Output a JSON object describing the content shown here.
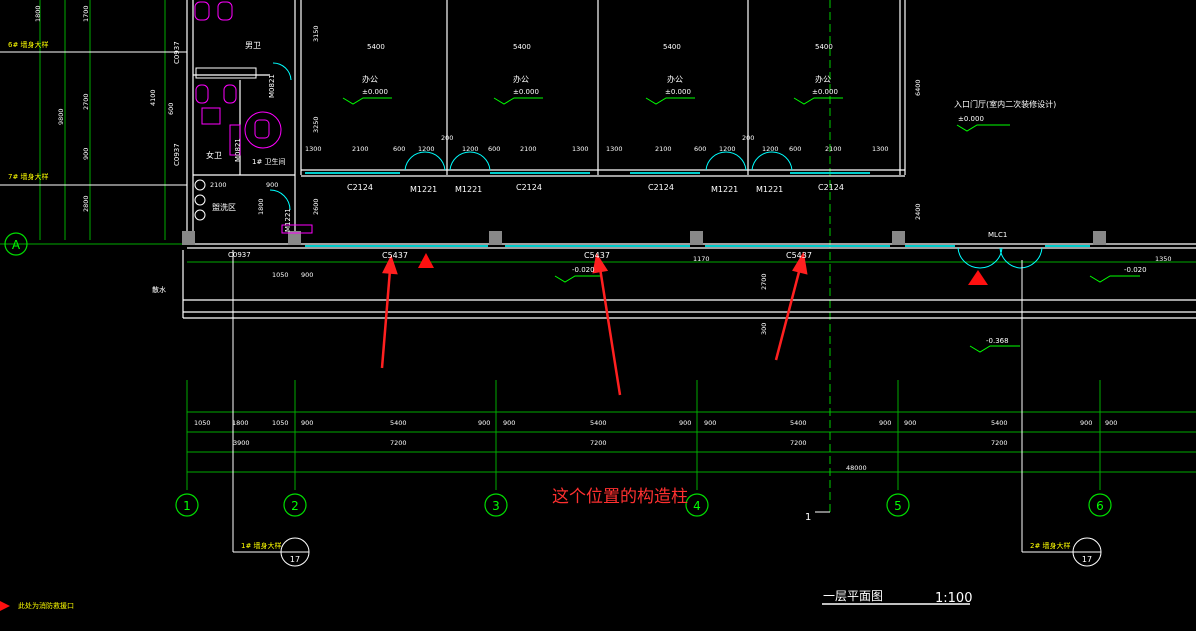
{
  "colors": {
    "background": "#000000",
    "wall": "#ffffff",
    "dimension": "#00cc00",
    "axis": "#00cc00",
    "door": "#00ffff",
    "fixture": "#ff00ff",
    "note": "#ffff00",
    "arrow": "#ff2020",
    "column": "#808080"
  },
  "annotation": "这个位置的构造柱",
  "axes_numbers": [
    "1",
    "2",
    "3",
    "4",
    "5",
    "6"
  ],
  "axis_letter": "A",
  "section_marker": "1",
  "drawing_title": "一层平面图",
  "drawing_scale": "1:100",
  "fire_note": "此处为消防救援口",
  "entrance_hall": {
    "label": "入口门厅(室内二次装修设计)",
    "elevation": "±0.000"
  },
  "rooms": [
    {
      "name": "办公",
      "elevation": "±0.000",
      "width": "5400"
    },
    {
      "name": "办公",
      "elevation": "±0.000",
      "width": "5400"
    },
    {
      "name": "办公",
      "elevation": "±0.000",
      "width": "5400"
    },
    {
      "name": "办公",
      "elevation": "±0.000",
      "width": "5400"
    }
  ],
  "toilet_labels": {
    "male": "男卫",
    "female": "女卫",
    "accessible": "1# 卫生间",
    "washroom": "盥洗区"
  },
  "wall_details": [
    "6# 墙身大样",
    "7# 墙身大样",
    "1# 墙身大样",
    "2# 墙身大样"
  ],
  "wall_detail_sheet": "17",
  "window_tags": [
    "C2124",
    "C2124",
    "C2124",
    "C2124"
  ],
  "door_tags": [
    "M1221",
    "M1221",
    "M1221",
    "M1221"
  ],
  "storefront_tags": [
    "C5437",
    "C5437",
    "C5437"
  ],
  "small_tags": {
    "c0937a": "C0937",
    "c0937b": "C0937",
    "c0937c": "C0937",
    "m0821a": "M0821",
    "m0821b": "M0821",
    "m1221": "M1221",
    "mlc1": "MLC1",
    "drain": "散水"
  },
  "elevations": {
    "outdoor1": "-0.020",
    "outdoor2": "-0.020",
    "ground": "-0.368"
  },
  "upper_dims": [
    "1300",
    "2100",
    "600",
    "1200",
    "200",
    "1200",
    "600",
    "2100",
    "1300",
    "1300",
    "2100",
    "600",
    "1200",
    "200",
    "1200",
    "600",
    "2100",
    "1300"
  ],
  "left_dims": [
    "1800",
    "1700",
    "2700",
    "900",
    "2800",
    "9800",
    "600",
    "4100"
  ],
  "vertical_dims": [
    "3150",
    "3250",
    "2600",
    "6400",
    "2400",
    "2700",
    "300"
  ],
  "dim_row1": [
    "1050",
    "1800",
    "1050",
    "900",
    "5400",
    "900",
    "900",
    "5400",
    "900",
    "900",
    "5400",
    "900",
    "900",
    "5400",
    "900",
    "900"
  ],
  "dim_row2": [
    "3900",
    "7200",
    "7200",
    "7200",
    "7200"
  ],
  "dim_total": "48000",
  "mid_dims": [
    "2100",
    "900",
    "1050",
    "900",
    "1350",
    "1800",
    "1170"
  ]
}
